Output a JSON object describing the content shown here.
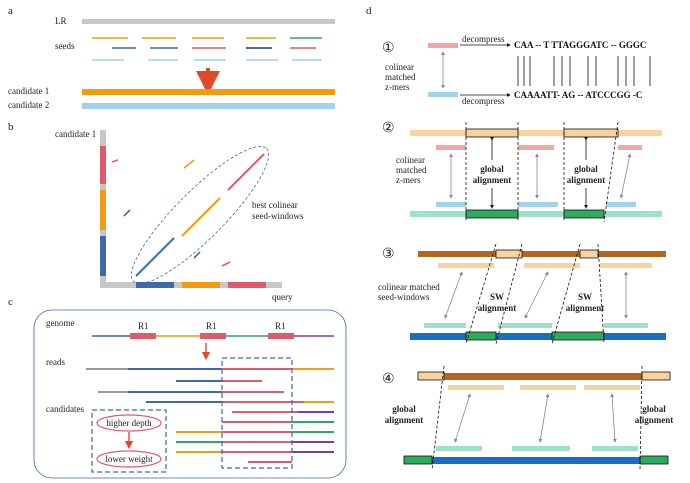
{
  "panels": {
    "a": "a",
    "b": "b",
    "c": "c",
    "d": "d"
  },
  "panel_a": {
    "lr_label": "LR",
    "seeds_label": "seeds",
    "candidate1_label": "candidate 1",
    "candidate2_label": "candidate 2"
  },
  "panel_b": {
    "y_label": "candidate 1",
    "x_label": "query",
    "annotation_line1": "best colinear",
    "annotation_line2": "seed-windows"
  },
  "panel_c": {
    "genome_label": "genome",
    "repeat_label": "R1",
    "reads_label": "reads",
    "candidates_label": "candidates",
    "higher_depth": "higher depth",
    "lower_weight": "lower weight"
  },
  "panel_d": {
    "step1": "①",
    "step2": "②",
    "step3": "③",
    "step4": "④",
    "decompress": "decompress",
    "zmers_line1": "colinear",
    "zmers_line2": "matched",
    "zmers_line3": "z-mers",
    "seq_top": "CAA -- T TTAGGGATC -- GGGC",
    "seq_bottom": "CAAAATT- AG -- ATCCCGG -C",
    "global_alignment_1": "global",
    "global_alignment_2": "alignment",
    "sw_1": "SW",
    "sw_2": "alignment",
    "seedwin_line1": "colinear matched",
    "seedwin_line2": "seed-windows"
  },
  "colors": {
    "gray": "#c7c7c7",
    "orange": "#f39c12",
    "blue": "#3d6aa8",
    "red": "#e05a6e",
    "navy": "#1f3c73",
    "green": "#2eaa5e",
    "lightblue": "#9fd4ea",
    "pink": "#f2a6a6",
    "peach": "#f8d3a0",
    "mint": "#9fe0c8",
    "brown": "#b5651d",
    "darkblue": "#1a6fc0",
    "purple": "#7b3f9e",
    "arrow_red": "#e04a2a"
  }
}
